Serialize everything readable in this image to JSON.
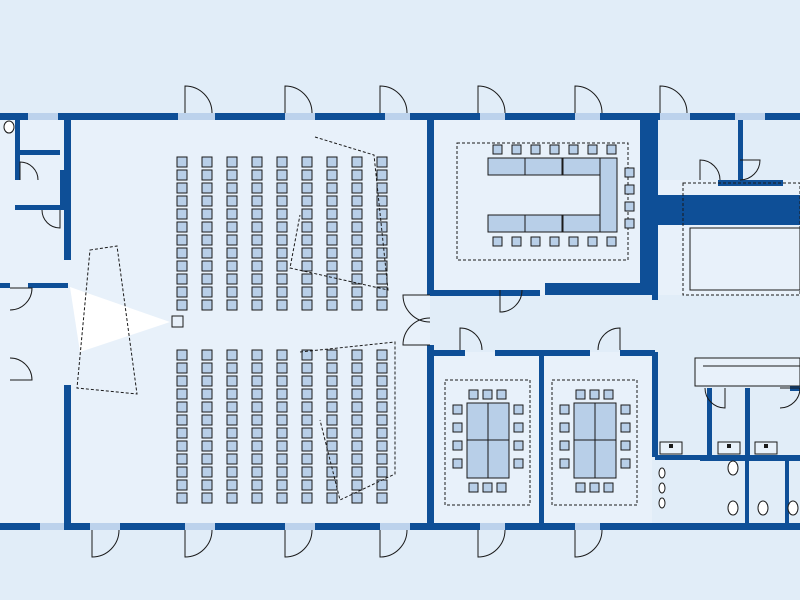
{
  "plan": {
    "colors": {
      "background": "#e1edf8",
      "floor": "#e8f1fa",
      "wall": "#0e4f97",
      "window": "#bcd2ec",
      "seat": "#b8cfe8",
      "table": "#b8cfe8",
      "line": "#1a1a1a",
      "projection": "#ffffff"
    },
    "rooms": [
      {
        "id": "auditorium",
        "furniture": "theater-seating"
      },
      {
        "id": "boardroom",
        "furniture": "u-shape-tables"
      },
      {
        "id": "meeting-room-1",
        "furniture": "block-table"
      },
      {
        "id": "meeting-room-2",
        "furniture": "block-table"
      },
      {
        "id": "corridor",
        "furniture": "none"
      },
      {
        "id": "restrooms",
        "furniture": "toilets-and-sinks"
      }
    ],
    "theater_rows_per_block": 12,
    "theater_columns": 9,
    "projector": {
      "icon": "projector-icon"
    }
  }
}
